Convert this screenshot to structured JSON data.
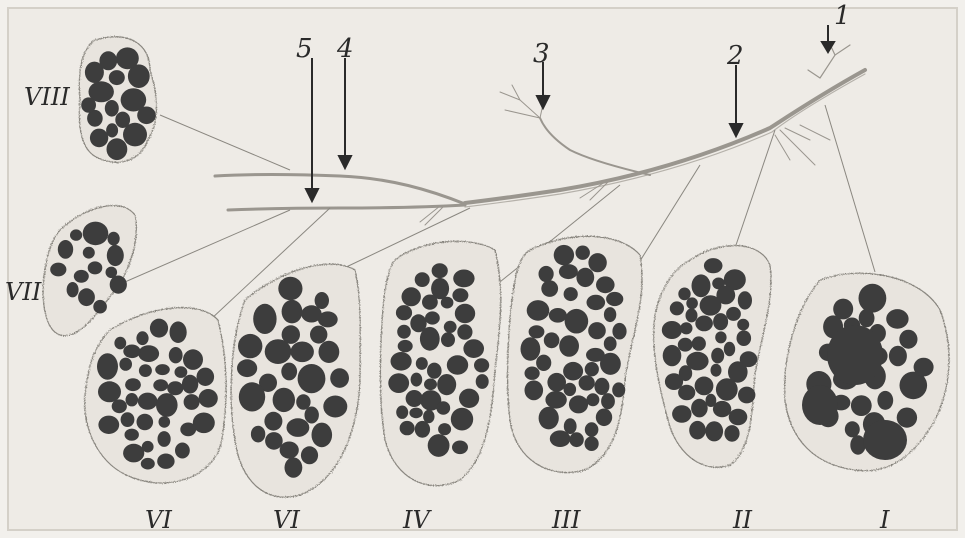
{
  "figure": {
    "palette": {
      "background": "#eeebe6",
      "paper": "#e8e4de",
      "ink": "#3d3d3d",
      "outline": "#8a8780",
      "fiber": "#9a968f"
    },
    "arrow_labels": [
      "1",
      "2",
      "3",
      "4",
      "5"
    ],
    "bundle_labels": [
      "VIII",
      "VII",
      "VI",
      "VI",
      "IV",
      "III",
      "II",
      "I"
    ]
  }
}
